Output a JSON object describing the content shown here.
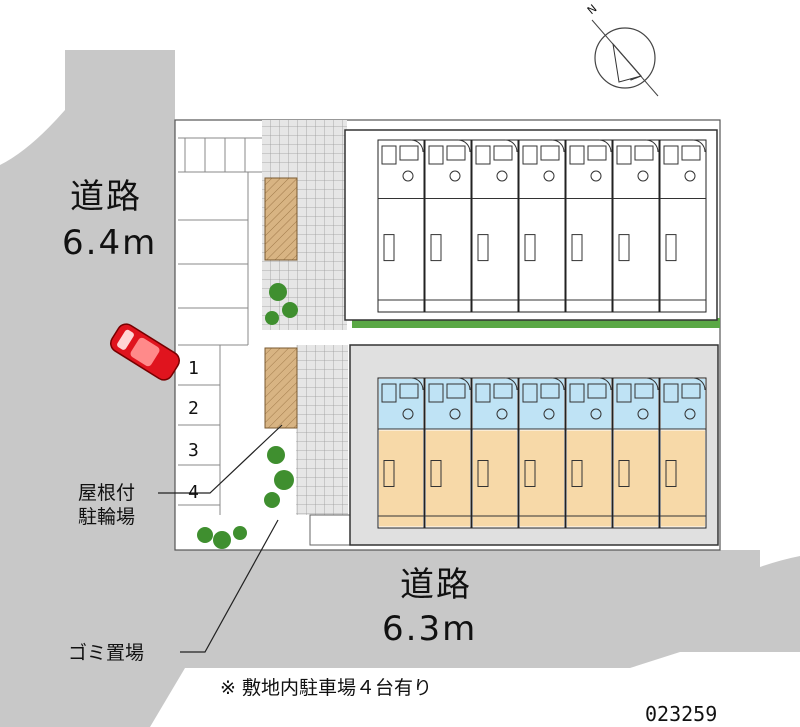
{
  "roads": {
    "west_name": "道路",
    "west_width": "6.4m",
    "south_name": "道路",
    "south_width": "6.3m"
  },
  "parking_slots": [
    "1",
    "2",
    "3",
    "4"
  ],
  "callouts": {
    "bike_shelter": "屋根付\n駐輪場",
    "garbage": "ゴミ置場"
  },
  "note": "※ 敷地内駐車場４台有り",
  "property_code": "023259",
  "compass": {
    "label": "N"
  },
  "colors": {
    "road": "#c8c8c8",
    "unit_blue": "#bfe3f5",
    "unit_orange": "#f7d9a8",
    "car_red": "#e0141e",
    "greenery": "#3f8f2f",
    "bike_roof": "#d8b483"
  }
}
